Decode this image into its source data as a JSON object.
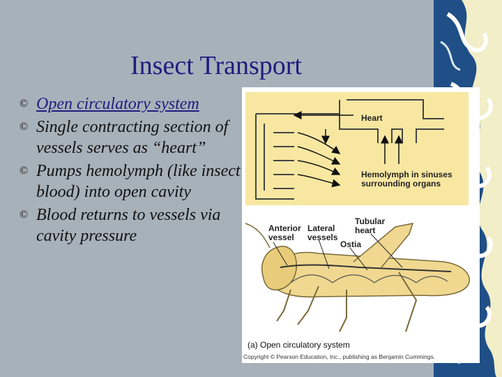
{
  "slide": {
    "title": "Insect Transport",
    "bullets": [
      {
        "text": "Open circulatory system",
        "style": "link"
      },
      {
        "text": "Single contracting section of vessels serves as “heart”",
        "style": "normal"
      },
      {
        "text": " Pumps hemolymph (like insect blood) into open cavity",
        "style": "normal"
      },
      {
        "text": "Blood returns to vessels via cavity pressure",
        "style": "normal"
      }
    ],
    "bullet_symbol": "©"
  },
  "figure": {
    "label_heart": "Heart",
    "label_hemolymph": "Hemolymph in sinuses surrounding organs",
    "label_anterior": "Anterior vessel",
    "label_lateral": "Lateral vessels",
    "label_tubular": "Tubular heart",
    "label_ostia": "Ostia",
    "caption": "(a) Open circulatory system",
    "copyright": "Copyright © Pearson Education, Inc., publishing as Benjamin Cummings."
  },
  "colors": {
    "background": "#a7b1ba",
    "title": "#1d1d7e",
    "diagram_fill": "#f8e7a1",
    "insect_fill": "#f0d890"
  }
}
